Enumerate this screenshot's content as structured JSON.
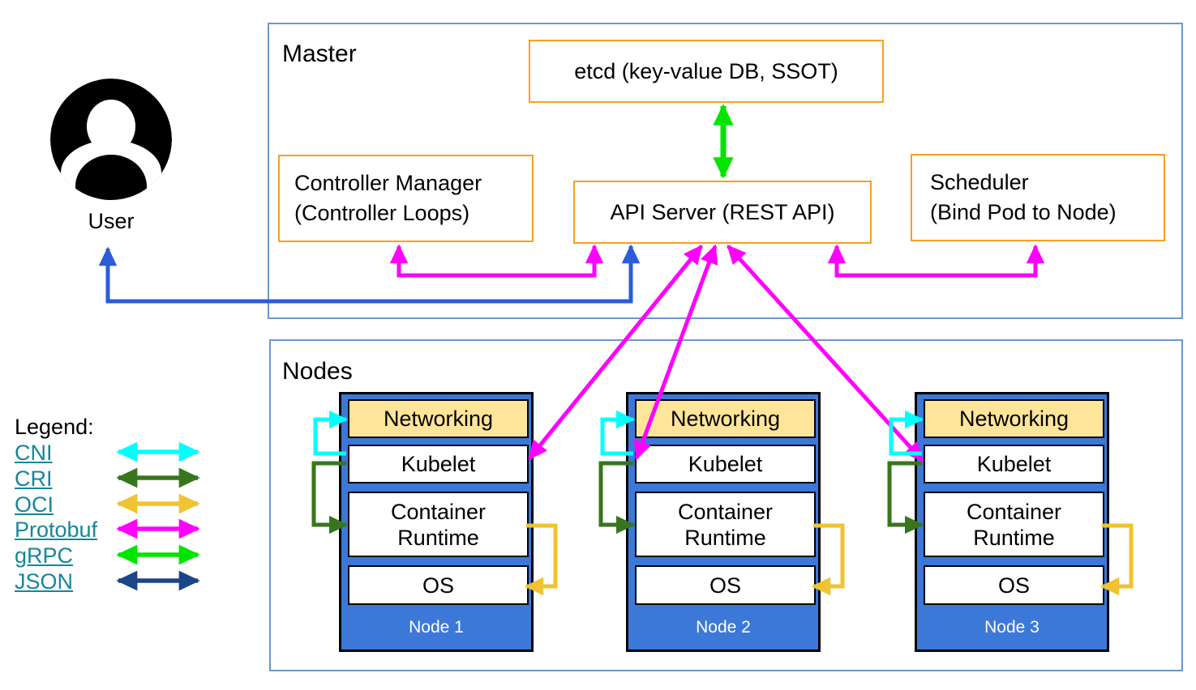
{
  "master": {
    "label": "Master",
    "boxes": {
      "etcd": "etcd (key-value DB, SSOT)",
      "controller_manager": {
        "line1": "Controller Manager",
        "line2": "(Controller Loops)"
      },
      "api_server": "API Server (REST API)",
      "scheduler": {
        "line1": "Scheduler",
        "line2": "(Bind Pod to Node)"
      }
    }
  },
  "user": {
    "label": "User"
  },
  "nodes_section": {
    "label": "Nodes",
    "layers": {
      "networking": "Networking",
      "kubelet": "Kubelet",
      "container_runtime": "Container Runtime",
      "os": "OS"
    },
    "items": [
      {
        "label": "Node 1"
      },
      {
        "label": "Node 2"
      },
      {
        "label": "Node 3"
      }
    ]
  },
  "legend": {
    "title": "Legend:",
    "items": [
      {
        "label": "CNI",
        "color": "#00ffff"
      },
      {
        "label": "CRI",
        "color": "#38761d"
      },
      {
        "label": "OCI",
        "color": "#f1c232"
      },
      {
        "label": "Protobuf",
        "color": "#ff00ff"
      },
      {
        "label": "gRPC",
        "color": "#00e400"
      },
      {
        "label": "JSON",
        "color": "#1c4587"
      }
    ]
  },
  "colors": {
    "orange_border": "#f7a11c",
    "container_border": "#6b97cb",
    "node_fill": "#3c78d8",
    "networking_fill": "#ffe599",
    "link_teal": "#17869a",
    "user_arrow": "#2b5cd9"
  }
}
